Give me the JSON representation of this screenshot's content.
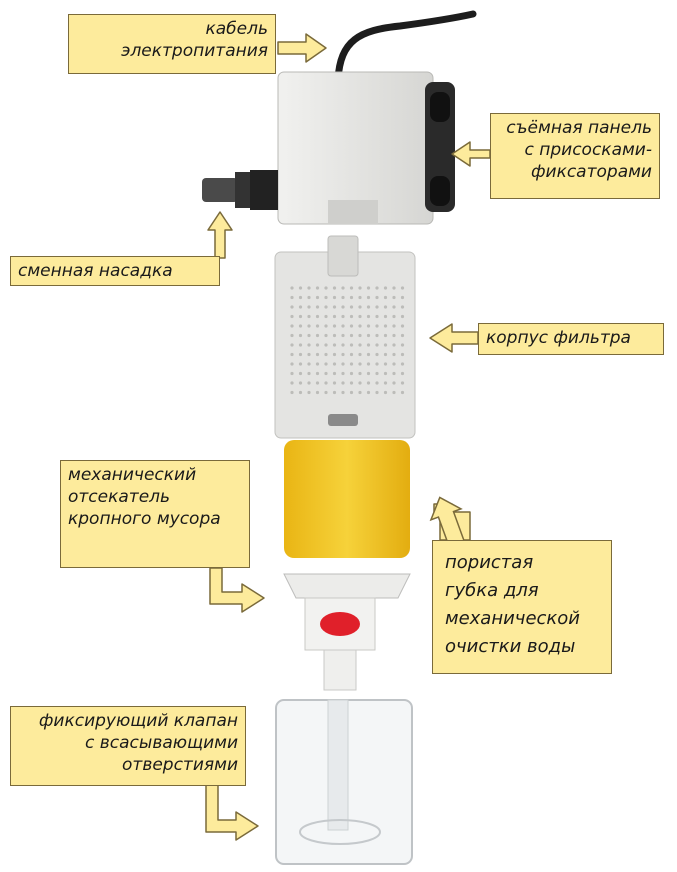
{
  "labels": {
    "cable": [
      "кабель",
      "электропитания"
    ],
    "panel": [
      "съёмная панель",
      "с присосками-",
      "фиксаторами"
    ],
    "nozzle": [
      "сменная насадка"
    ],
    "housing": [
      "корпус фильтра"
    ],
    "cutter": [
      "механический",
      "отсекатель",
      "кропного мусора"
    ],
    "sponge": [
      "пористая",
      "губка  для",
      "механической",
      "очистки воды"
    ],
    "valve": [
      "фиксирующий клапан",
      "с всасывающими",
      "отверстиями"
    ]
  },
  "colors": {
    "label_bg": "#fdeb9c",
    "arrow_fill": "#fdeb9c",
    "arrow_stroke": "#7a6a3a",
    "sponge": "#f2c21c",
    "housing": "#e2e2e0",
    "impeller": "#e0202a"
  }
}
